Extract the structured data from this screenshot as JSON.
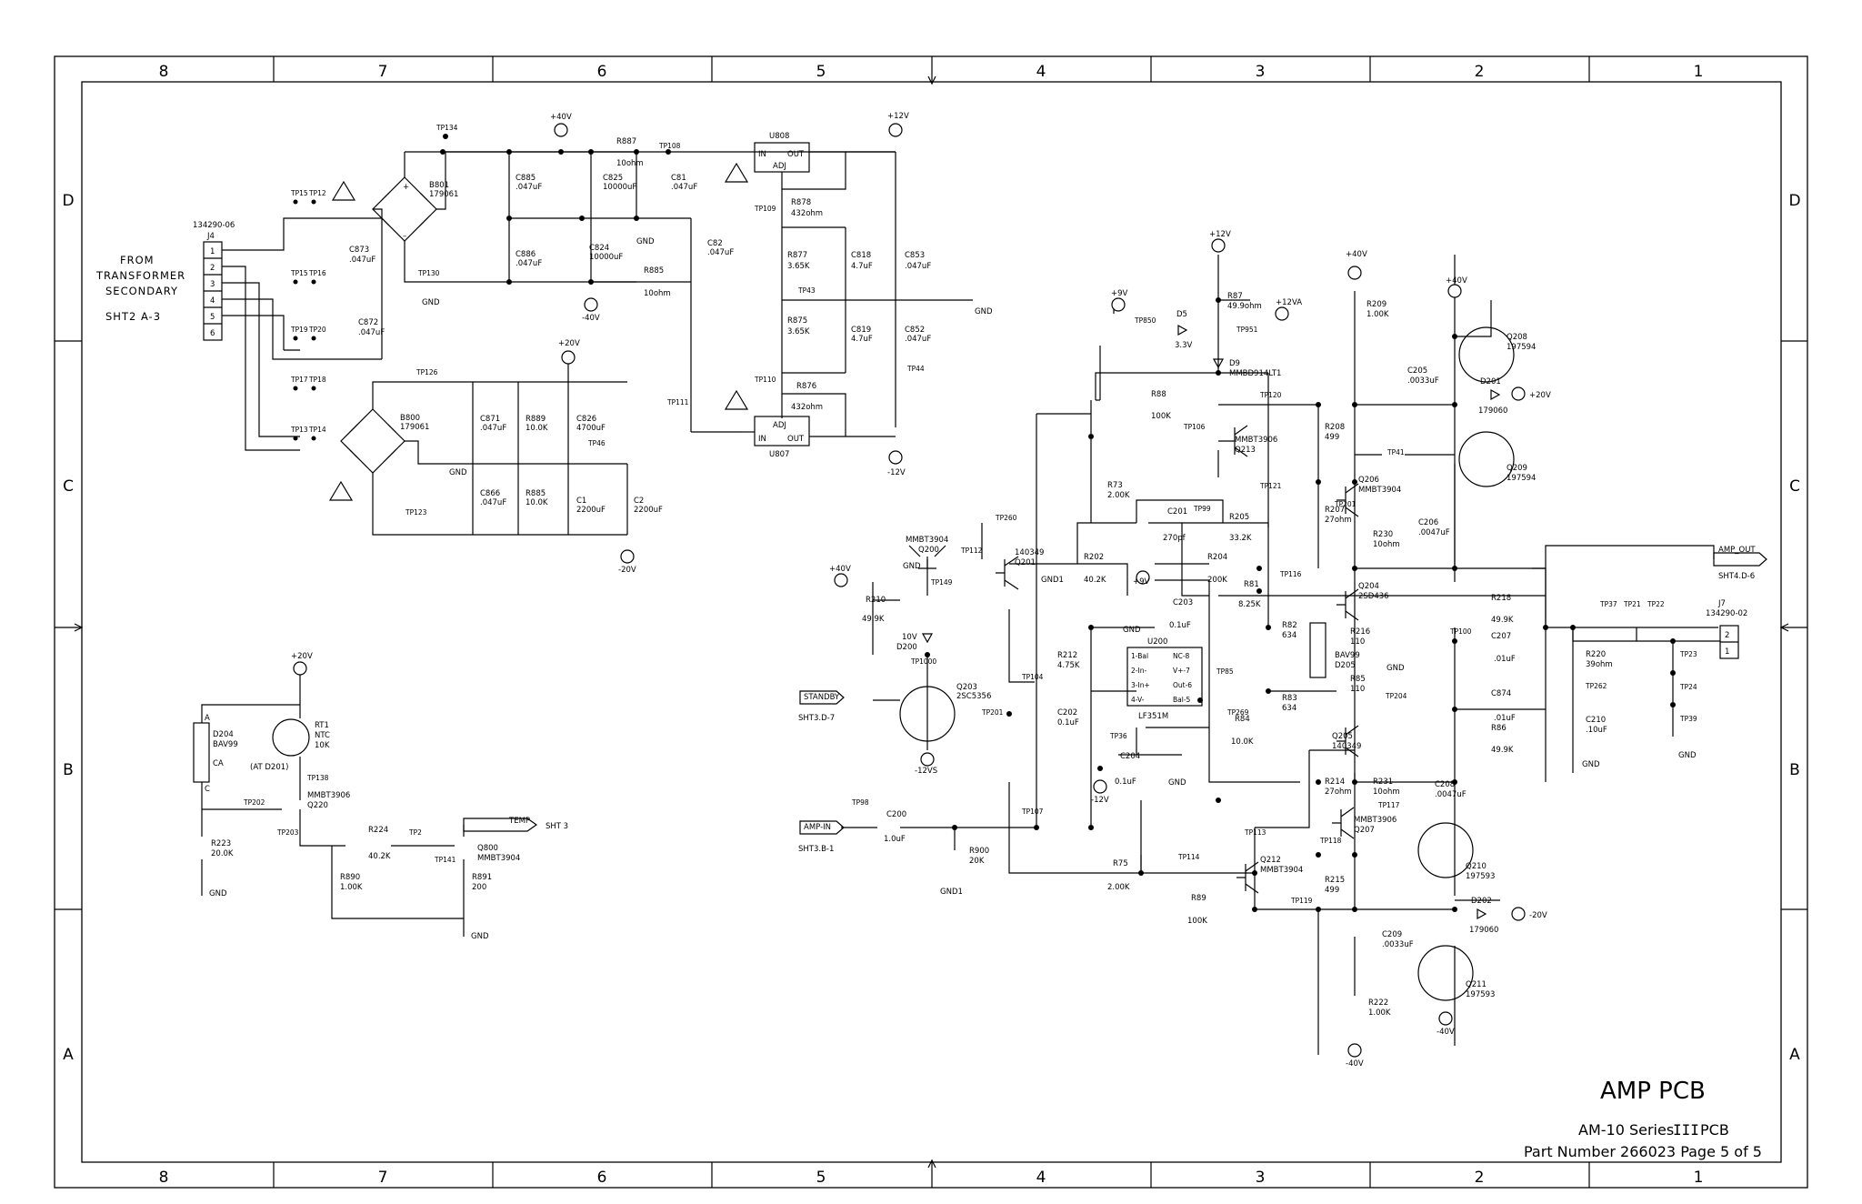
{
  "title_block": {
    "title": "AMP PCB",
    "series_prefix": "AM-10 Series",
    "series_roman": "III",
    "series_suffix": "PCB",
    "part_line": "Part Number 266023 Page 5 of 5"
  },
  "zones": {
    "columns": [
      "8",
      "7",
      "6",
      "5",
      "4",
      "3",
      "2",
      "1"
    ],
    "rows": [
      "D",
      "C",
      "B",
      "A"
    ]
  },
  "transformer_input": {
    "note_lines": [
      "FROM",
      "TRANSFORMER",
      "SECONDARY",
      "SHT2 A-3"
    ],
    "connector_part": "134290-06",
    "connector_ref": "J4",
    "pins": [
      "1",
      "2",
      "3",
      "4",
      "5",
      "6"
    ]
  },
  "power_supply": {
    "bridge_pos": {
      "ref": "B801",
      "part": "179061"
    },
    "bridge_neg": {
      "ref": "B800",
      "part": "179061"
    },
    "regulator_pos": {
      "ref": "U808",
      "in": "IN",
      "out": "OUT",
      "adj": "ADJ"
    },
    "regulator_neg": {
      "ref": "U807",
      "in": "IN",
      "out": "OUT",
      "adj": "ADJ"
    },
    "rails": {
      "p40": "+40V",
      "n40": "-40V",
      "p20": "+20V",
      "n20": "-20V",
      "p12": "+12V",
      "n12": "-12V",
      "gnd": "GND"
    },
    "resistors": [
      {
        "ref": "R887",
        "value": "10ohm"
      },
      {
        "ref": "R885",
        "value": "10ohm"
      },
      {
        "ref": "R878",
        "value": "432ohm"
      },
      {
        "ref": "R877",
        "value": "3.65K"
      },
      {
        "ref": "R875",
        "value": "3.65K"
      },
      {
        "ref": "R876",
        "value": "432ohm"
      },
      {
        "ref": "R889",
        "value": "10.0K"
      },
      {
        "ref": "R885",
        "value": "10.0K"
      }
    ],
    "capacitors": [
      {
        "ref": "C873",
        "value": ".047uF"
      },
      {
        "ref": "C872",
        "value": ".047uF"
      },
      {
        "ref": "C885",
        "value": ".047uF"
      },
      {
        "ref": "C886",
        "value": ".047uF"
      },
      {
        "ref": "C825",
        "value": "10000uF"
      },
      {
        "ref": "C824",
        "value": "10000uF"
      },
      {
        "ref": "C81",
        "value": ".047uF"
      },
      {
        "ref": "C82",
        "value": ".047uF"
      },
      {
        "ref": "C818",
        "value": "4.7uF"
      },
      {
        "ref": "C819",
        "value": "4.7uF"
      },
      {
        "ref": "C853",
        "value": ".047uF"
      },
      {
        "ref": "C852",
        "value": ".047uF"
      },
      {
        "ref": "C871",
        "value": ".047uF"
      },
      {
        "ref": "C866",
        "value": ".047uF"
      },
      {
        "ref": "C826",
        "value": "4700uF"
      },
      {
        "ref": "C1",
        "value": "2200uF"
      },
      {
        "ref": "C2",
        "value": "2200uF"
      }
    ],
    "test_points": [
      "TP134",
      "TP15",
      "TP12",
      "TP15",
      "TP16",
      "TP19",
      "TP20",
      "TP130",
      "TP17",
      "TP18",
      "TP126",
      "TP13",
      "TP14",
      "TP123",
      "TP46",
      "TP108",
      "TP109",
      "TP43",
      "TP110",
      "TP111",
      "TP44"
    ]
  },
  "thermal": {
    "diode": {
      "ref": "D204",
      "part": "BAV99",
      "pin_a": "A",
      "pin_c": "C",
      "pin_ca": "CA"
    },
    "thermistor": {
      "ref": "RT1",
      "type": "NTC",
      "value": "10K",
      "note": "(AT D201)"
    },
    "rail": "+20V",
    "q220": {
      "ref": "Q220",
      "part": "MMBT3906"
    },
    "q800": {
      "ref": "Q800",
      "part": "MMBT3904"
    },
    "resistors": [
      {
        "ref": "R223",
        "value": "20.0K"
      },
      {
        "ref": "R224",
        "value": "40.2K"
      },
      {
        "ref": "R890",
        "value": "1.00K"
      },
      {
        "ref": "R891",
        "value": "200"
      }
    ],
    "test_points": [
      "TP138",
      "TP202",
      "TP203",
      "TP2",
      "TP141"
    ],
    "temp_flag": "TEMP",
    "temp_ref": "SHT 3",
    "gnd": "GND"
  },
  "amplifier": {
    "standby": {
      "label": "STANDBY",
      "ref": "SHT3.D-7"
    },
    "amp_in": {
      "label": "AMP-IN",
      "ref": "SHT3.B-1"
    },
    "amp_out": {
      "label": "AMP_OUT",
      "ref": "SHT4.D-6"
    },
    "connector_out": {
      "part": "134290-02",
      "ref": "J7",
      "pins": [
        "2",
        "1"
      ]
    },
    "supplies": {
      "p9": "+9V",
      "p12": "+12V",
      "p12a": "+12VA",
      "p40": "+40V",
      "n40": "-40V",
      "p20": "+20V",
      "n20": "-20V",
      "n12": "-12V",
      "n12vs": "-12VS",
      "gnd": "GND",
      "gnd1": "GND1"
    },
    "transistors": [
      {
        "ref": "Q200",
        "part": "MMBT3904"
      },
      {
        "ref": "Q201",
        "part": "140349"
      },
      {
        "ref": "Q203",
        "part": "2SC5356"
      },
      {
        "ref": "Q213",
        "part": "MMBT3906"
      },
      {
        "ref": "Q206",
        "part": "MMBT3904"
      },
      {
        "ref": "Q208",
        "part": "197594"
      },
      {
        "ref": "Q209",
        "part": "197594"
      },
      {
        "ref": "Q204",
        "part": "2SD436"
      },
      {
        "ref": "Q205",
        "part": "140349"
      },
      {
        "ref": "Q212",
        "part": "MMBT3904"
      },
      {
        "ref": "Q207",
        "part": "MMBT3906"
      },
      {
        "ref": "Q210",
        "part": "197593"
      },
      {
        "ref": "Q211",
        "part": "197593"
      }
    ],
    "diodes": [
      {
        "ref": "D200",
        "value": "10V"
      },
      {
        "ref": "D5",
        "value": "3.3V"
      },
      {
        "ref": "D9",
        "value": "MMBD914LT1"
      },
      {
        "ref": "D201",
        "value": "179060"
      },
      {
        "ref": "D202",
        "value": "179060"
      },
      {
        "ref": "D205",
        "value": "BAV99"
      }
    ],
    "opamp": {
      "ref": "U200",
      "part": "LF351M",
      "pins": [
        "1-Bal",
        "2-In-",
        "3-In+",
        "4-V-",
        "NC-8",
        "V+-7",
        "Out-6",
        "Bal-5"
      ]
    },
    "resistors": [
      {
        "ref": "R210",
        "value": "49.9K"
      },
      {
        "ref": "R73",
        "value": "2.00K"
      },
      {
        "ref": "R88",
        "value": "100K"
      },
      {
        "ref": "R87",
        "value": "49.9ohm"
      },
      {
        "ref": "R209",
        "value": "1.00K"
      },
      {
        "ref": "R208",
        "value": "499"
      },
      {
        "ref": "R207",
        "value": "27ohm"
      },
      {
        "ref": "R230",
        "value": "10ohm"
      },
      {
        "ref": "R205",
        "value": "33.2K"
      },
      {
        "ref": "R202",
        "value": "40.2K"
      },
      {
        "ref": "R204",
        "value": "200K"
      },
      {
        "ref": "R81",
        "value": "8.25K"
      },
      {
        "ref": "R212",
        "value": "4.75K"
      },
      {
        "ref": "R82",
        "value": "634"
      },
      {
        "ref": "R83",
        "value": "634"
      },
      {
        "ref": "R84",
        "value": "10.0K"
      },
      {
        "ref": "R216",
        "value": "110"
      },
      {
        "ref": "R85",
        "value": "110"
      },
      {
        "ref": "R218",
        "value": "49.9K"
      },
      {
        "ref": "R86",
        "value": "49.9K"
      },
      {
        "ref": "R220",
        "value": "39ohm"
      },
      {
        "ref": "R900",
        "value": "20K"
      },
      {
        "ref": "R75",
        "value": "2.00K"
      },
      {
        "ref": "R89",
        "value": "100K"
      },
      {
        "ref": "R214",
        "value": "27ohm"
      },
      {
        "ref": "R231",
        "value": "10ohm"
      },
      {
        "ref": "R215",
        "value": "499"
      },
      {
        "ref": "R222",
        "value": "1.00K"
      }
    ],
    "capacitors": [
      {
        "ref": "C205",
        "value": ".0033uF"
      },
      {
        "ref": "C206",
        "value": ".0047uF"
      },
      {
        "ref": "C201",
        "value": "270pf"
      },
      {
        "ref": "C203",
        "value": "0.1uF"
      },
      {
        "ref": "C202",
        "value": "0.1uF"
      },
      {
        "ref": "C204",
        "value": "0.1uF"
      },
      {
        "ref": "C207",
        "value": ".01uF"
      },
      {
        "ref": "C874",
        "value": ".01uF"
      },
      {
        "ref": "C210",
        "value": ".10uF"
      },
      {
        "ref": "C200",
        "value": "1.0uF"
      },
      {
        "ref": "C208",
        "value": ".0047uF"
      },
      {
        "ref": "C209",
        "value": ".0033uF"
      }
    ],
    "test_points": [
      "TP260",
      "TP112",
      "TP149",
      "TP1000",
      "TP201",
      "TP850",
      "TP951",
      "TP106",
      "TP120",
      "TP41",
      "TP121",
      "TP99",
      "TP116",
      "TP104",
      "TP85",
      "TP269",
      "TP36",
      "TP107",
      "TP98",
      "TP113",
      "TP114",
      "TP117",
      "TP118",
      "TP119",
      "TP204",
      "TP100",
      "TP37",
      "TP21",
      "TP22",
      "TP23",
      "TP24",
      "TP39",
      "TP262",
      "TP201"
    ]
  }
}
